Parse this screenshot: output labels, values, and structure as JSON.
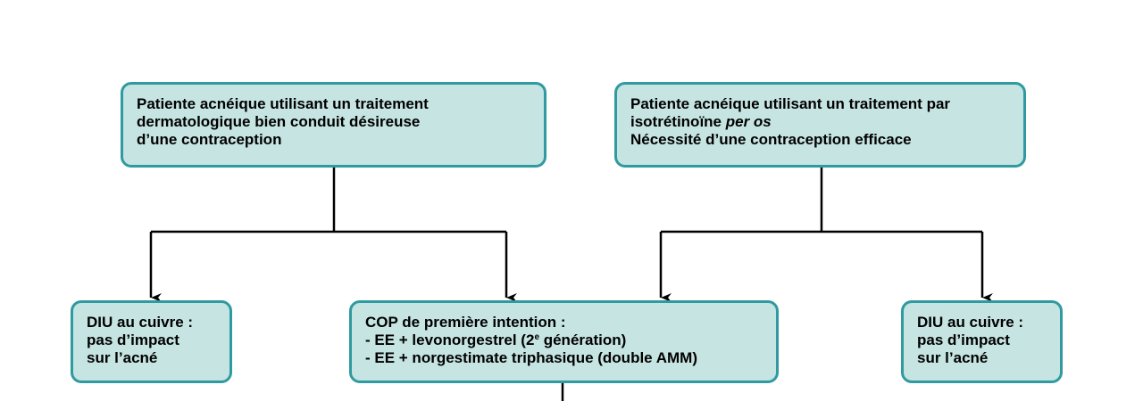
{
  "nodes": {
    "top_left": {
      "lines": [
        "Patiente acnéique utilisant un traitement",
        "dermatologique bien conduit désireuse",
        "d’une contraception"
      ]
    },
    "top_right": {
      "line1": "Patiente acnéique utilisant un traitement par",
      "line2_prefix": "isotrétinoïne ",
      "line2_italic": "per os",
      "line3": "Nécessité d’une contraception efficace"
    },
    "dui_left": {
      "lines": [
        "DIU au cuivre :",
        "pas d’impact",
        "sur l’acné"
      ]
    },
    "cop": {
      "title": "COP de première intention :",
      "item1_prefix": "- EE + levonorgestrel (2",
      "item1_sup": "e",
      "item1_suffix": " génération)",
      "item2": "- EE + norgestimate triphasique (double AMM)"
    },
    "dui_right": {
      "lines": [
        "DIU au cuivre :",
        "pas d’impact",
        "sur l’acné"
      ]
    }
  },
  "colors": {
    "box_fill": "#c5e4e2",
    "box_border": "#2f9aa0",
    "connector": "#000000"
  }
}
